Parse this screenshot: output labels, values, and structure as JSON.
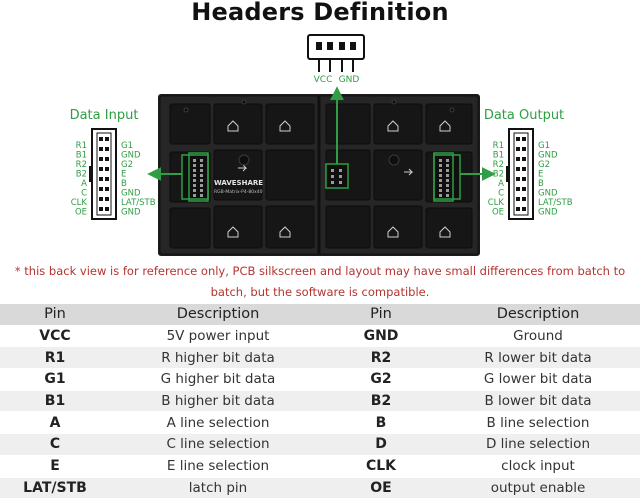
{
  "title": "Headers Definition",
  "power_header": {
    "left": "VCC",
    "right": "GND"
  },
  "data_input": {
    "label": "Data Input",
    "left_pins": [
      "R1",
      "B1",
      "R2",
      "B2",
      "A",
      "C",
      "CLK",
      "OE"
    ],
    "right_pins": [
      "G1",
      "GND",
      "G2",
      "E",
      "B",
      "GND",
      "LAT/STB",
      "GND"
    ]
  },
  "data_output": {
    "label": "Data Output",
    "left_pins": [
      "R1",
      "B1",
      "R2",
      "B2",
      "A",
      "C",
      "CLK",
      "OE"
    ],
    "right_pins": [
      "G1",
      "GND",
      "G2",
      "E",
      "B",
      "GND",
      "LAT/STB",
      "GND"
    ]
  },
  "board": {
    "logo": "WAVESHARE",
    "model": "RGB-Matrix-P4-80x40"
  },
  "note": {
    "line1": "* this back view is for reference only, PCB silkscreen and layout may have small differences from batch to",
    "line2": "batch, but the software is compatible."
  },
  "table": {
    "headers": [
      "Pin",
      "Description",
      "Pin",
      "Description"
    ],
    "rows": [
      [
        "VCC",
        "5V power input",
        "GND",
        "Ground"
      ],
      [
        "R1",
        "R higher bit data",
        "R2",
        "R lower bit data"
      ],
      [
        "G1",
        "G higher bit data",
        "G2",
        "G lower bit data"
      ],
      [
        "B1",
        "B higher bit data",
        "B2",
        "B lower bit data"
      ],
      [
        "A",
        "A line selection",
        "B",
        "B line selection"
      ],
      [
        "C",
        "C line selection",
        "D",
        "D line selection"
      ],
      [
        "E",
        "E line selection",
        "CLK",
        "clock input"
      ],
      [
        "LAT/STB",
        "latch pin",
        "OE",
        "output enable"
      ]
    ]
  },
  "colors": {
    "accent_green": "#2f9e44",
    "note_red": "#b5342f",
    "board": "#1c1c1c"
  }
}
